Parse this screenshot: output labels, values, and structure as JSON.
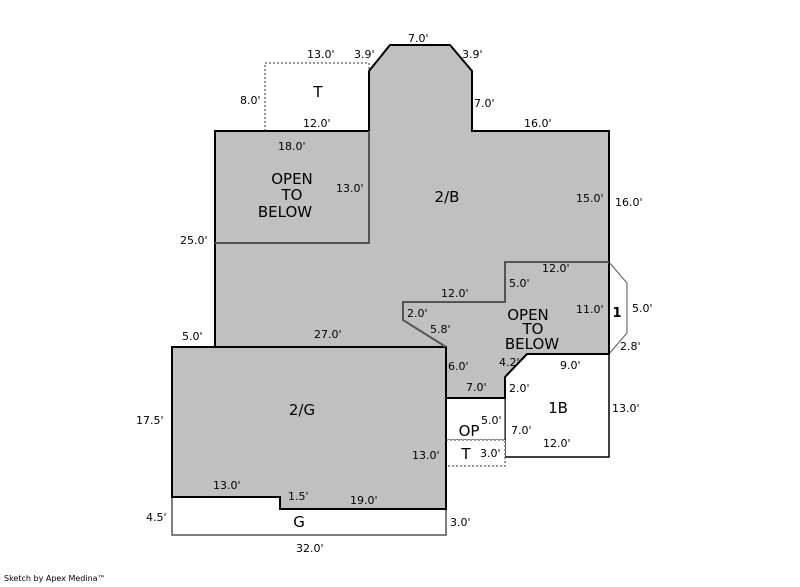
{
  "colors": {
    "floor_fill": "#c0c0c0",
    "outline": "#000000",
    "open_line": "#555555"
  },
  "areas": {
    "top_terrace": "T",
    "open_left": [
      "OPEN",
      "TO",
      "BELOW"
    ],
    "second_bed": "2/B",
    "open_right": [
      "OPEN",
      "TO",
      "BELOW"
    ],
    "bay": "1",
    "second_garage": "2/G",
    "first_bed": "1B",
    "open_porch": "OP",
    "terrace_low": "T",
    "garage": "G"
  },
  "dimensions": [
    "13.0'",
    "3.9'",
    "7.0'",
    "3.9'",
    "8.0'",
    "7.0'",
    "12.0'",
    "16.0'",
    "18.0'",
    "13.0'",
    "15.0'",
    "16.0'",
    "25.0'",
    "12.0'",
    "5.0'",
    "12.0'",
    "11.0'",
    "5.0'",
    "2.0'",
    "5.8'",
    "5.0'",
    "27.0'",
    "2.8'",
    "6.0'",
    "4.2'",
    "9.0'",
    "7.0'",
    "2.0'",
    "17.5'",
    "13.0'",
    "5.0'",
    "7.0'",
    "12.0'",
    "13.0'",
    "3.0'",
    "13.0'",
    "1.5'",
    "19.0'",
    "4.5'",
    "3.0'",
    "32.0'"
  ],
  "credit": "Sketch by Apex Medina™"
}
